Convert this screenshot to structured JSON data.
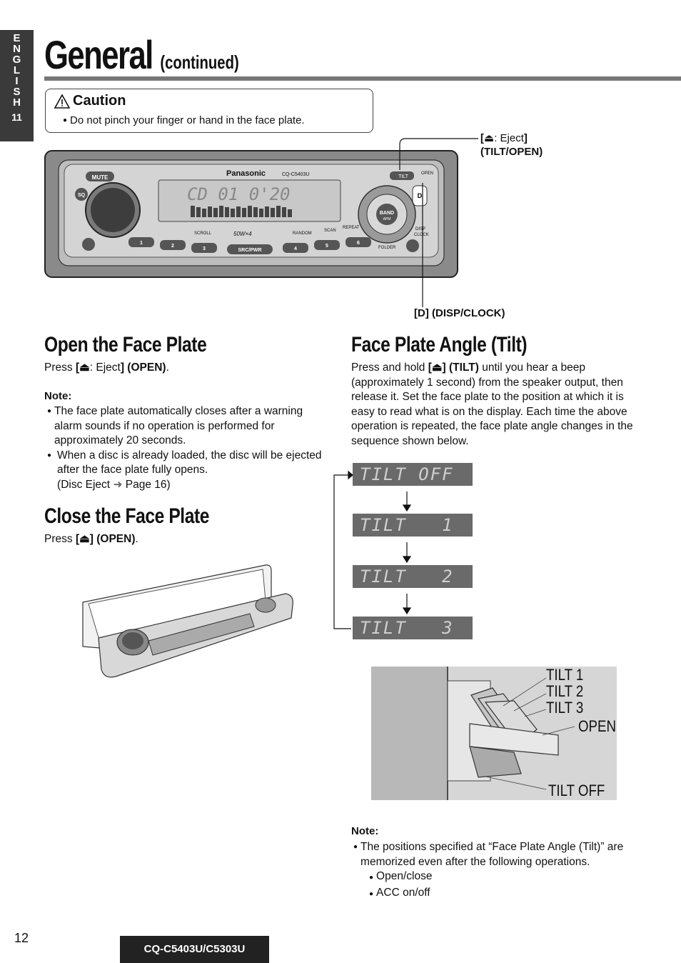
{
  "side_tab": {
    "letters": [
      "E",
      "N",
      "G",
      "L",
      "I",
      "S",
      "H"
    ],
    "number": "11"
  },
  "header": {
    "title": "General",
    "continued": "(continued)"
  },
  "caution": {
    "title": "Caution",
    "text": "Do not pinch your finger or hand in the face plate."
  },
  "unit": {
    "brand": "Panasonic",
    "model": "CQ-C5403U",
    "lcd_text": "CD 01  0'20",
    "buttons": {
      "mute": "MUTE",
      "sq": "SQ",
      "tilt": "TILT",
      "open": "OPEN",
      "d": "D",
      "band": "BAND",
      "apm": "APM",
      "scroll": "SCROLL",
      "random": "RANDOM",
      "scan": "SCAN",
      "repeat": "REPEAT",
      "folder": "FOLDER",
      "src": "SRC/PWR",
      "disp": "DISP",
      "clock": "CLOCK",
      "n1": "1",
      "n2": "2",
      "n3": "3",
      "n4": "4",
      "n5": "5",
      "n6": "6"
    },
    "mosfet": "50W×4"
  },
  "callouts": {
    "eject_line1_bracket_open": "[",
    "eject_line1_label": ": Eject",
    "eject_line1_bracket_close": "]",
    "eject_line2": "(TILT/OPEN)",
    "disp": "[D] (DISP/CLOCK)"
  },
  "open_section": {
    "heading": "Open the Face Plate",
    "press_prefix": "Press ",
    "press_key": "[",
    "press_key_label": ": Eject",
    "press_key_close": "] (OPEN)",
    "press_end": ".",
    "note_heading": "Note:",
    "note1": "The face plate automatically closes after a warning alarm sounds if no operation is performed for approximately 20 seconds.",
    "note2": "When a disc is already loaded, the disc will be ejected after the face plate fully opens.",
    "note2_ref_prefix": "(Disc Eject",
    "note2_ref_page": "Page 16)"
  },
  "close_section": {
    "heading": "Close the Face Plate",
    "press_prefix": "Press ",
    "press_key": "[",
    "press_key_close": "] (OPEN)",
    "press_end": "."
  },
  "tilt_section": {
    "heading": "Face Plate Angle (Tilt)",
    "body_prefix": "Press and hold ",
    "body_key": "[",
    "body_key_close": "] (TILT)",
    "body_rest": " until you hear a beep (approximately 1 second) from the speaker output, then release it. Set the face plate to the position at which it is easy to read what is on the display. Each time the above operation is repeated, the face plate angle changes in the sequence shown below.",
    "sequence": [
      "TILT OFF",
      "TILT   1",
      "TILT   2",
      "TILT   3"
    ],
    "diagram_labels": [
      "TILT 1",
      "TILT 2",
      "TILT 3",
      "OPEN",
      "TILT OFF"
    ],
    "note_heading": "Note:",
    "note_text": "The positions specified at “Face Plate Angle (Tilt)” are memorized even after the following operations.",
    "note_sub": [
      "Open/close",
      "ACC on/off"
    ]
  },
  "footer": {
    "page": "12",
    "model": "CQ-C5403U/C5303U"
  }
}
